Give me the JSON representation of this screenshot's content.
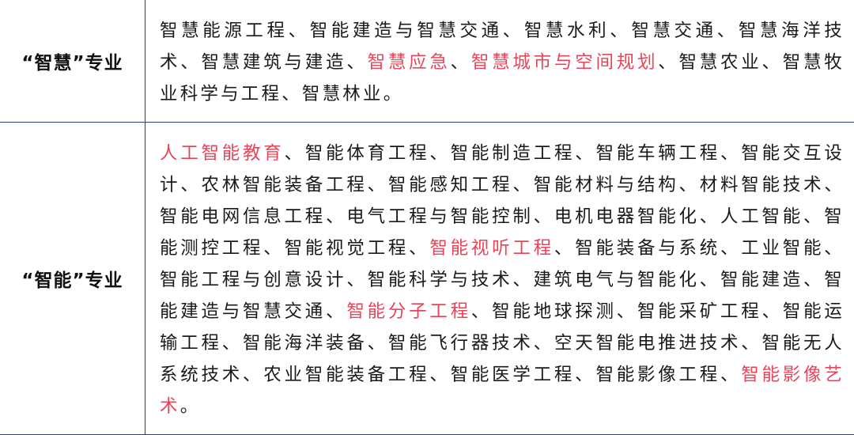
{
  "colors": {
    "text": "#1a1a1a",
    "highlight": "#e8455a",
    "border": "#2b3f7a"
  },
  "separator": "、",
  "terminal": "。",
  "rows": [
    {
      "category": "“智慧”专业",
      "majors": [
        {
          "name": "智慧能源工程",
          "highlight": false
        },
        {
          "name": "智能建造与智慧交通",
          "highlight": false
        },
        {
          "name": "智慧水利",
          "highlight": false
        },
        {
          "name": "智慧交通",
          "highlight": false
        },
        {
          "name": "智慧海洋技术",
          "highlight": false
        },
        {
          "name": "智慧建筑与建造",
          "highlight": false
        },
        {
          "name": "智慧应急",
          "highlight": true
        },
        {
          "name": "智慧城市与空间规划",
          "highlight": true
        },
        {
          "name": "智慧农业",
          "highlight": false
        },
        {
          "name": "智慧牧业科学与工程",
          "highlight": false
        },
        {
          "name": "智慧林业",
          "highlight": false
        }
      ]
    },
    {
      "category": "“智能”专业",
      "majors": [
        {
          "name": "人工智能教育",
          "highlight": true
        },
        {
          "name": "智能体育工程",
          "highlight": false
        },
        {
          "name": "智能制造工程",
          "highlight": false
        },
        {
          "name": "智能车辆工程",
          "highlight": false
        },
        {
          "name": "智能交互设计",
          "highlight": false
        },
        {
          "name": "农林智能装备工程",
          "highlight": false
        },
        {
          "name": "智能感知工程",
          "highlight": false
        },
        {
          "name": "智能材料与结构",
          "highlight": false
        },
        {
          "name": "材料智能技术",
          "highlight": false
        },
        {
          "name": "智能电网信息工程",
          "highlight": false
        },
        {
          "name": "电气工程与智能控制",
          "highlight": false
        },
        {
          "name": "电机电器智能化",
          "highlight": false
        },
        {
          "name": "人工智能",
          "highlight": false
        },
        {
          "name": "智能测控工程",
          "highlight": false
        },
        {
          "name": "智能视觉工程",
          "highlight": false
        },
        {
          "name": "智能视听工程",
          "highlight": true
        },
        {
          "name": "智能装备与系统",
          "highlight": false
        },
        {
          "name": "工业智能",
          "highlight": false
        },
        {
          "name": "智能工程与创意设计",
          "highlight": false
        },
        {
          "name": "智能科学与技术",
          "highlight": false
        },
        {
          "name": "建筑电气与智能化",
          "highlight": false
        },
        {
          "name": "智能建造",
          "highlight": false
        },
        {
          "name": "智能建造与智慧交通",
          "highlight": false
        },
        {
          "name": "智能分子工程",
          "highlight": true
        },
        {
          "name": "智能地球探测",
          "highlight": false
        },
        {
          "name": "智能采矿工程",
          "highlight": false
        },
        {
          "name": "智能运输工程",
          "highlight": false
        },
        {
          "name": "智能海洋装备",
          "highlight": false
        },
        {
          "name": "智能飞行器技术",
          "highlight": false
        },
        {
          "name": "空天智能电推进技术",
          "highlight": false
        },
        {
          "name": "智能无人系统技术",
          "highlight": false
        },
        {
          "name": "农业智能装备工程",
          "highlight": false
        },
        {
          "name": "智能医学工程",
          "highlight": false
        },
        {
          "name": "智能影像工程",
          "highlight": false
        },
        {
          "name": "智能影像艺术",
          "highlight": true
        }
      ]
    }
  ]
}
